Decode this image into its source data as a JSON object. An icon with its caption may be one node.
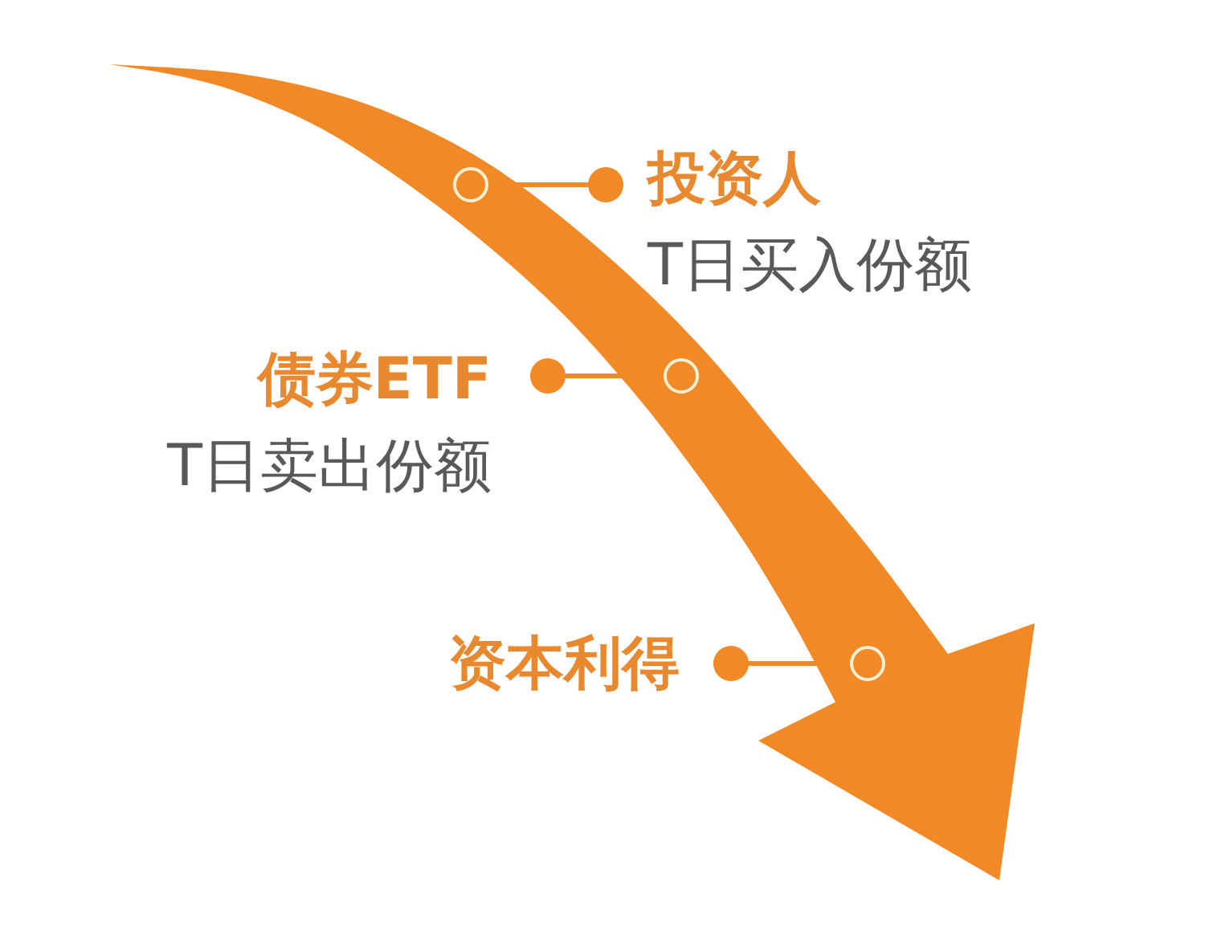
{
  "diagram": {
    "nodes": [
      {
        "text": [],
        "shape": "circle"
      },
      {
        "text": [
          "投资人",
          "T日买入份额"
        ]
      },
      {
        "text": [
          "债券ETF",
          "T日卖出份额"
        ]
      },
      {
        "text": [],
        "shape": "circle"
      },
      {
        "text": [
          "资本利得"
        ]
      },
      {
        "text": [],
        "shape": "circle"
      }
    ],
    "edges": [
      {
        "from": 1,
        "to": 0,
        "arrow": "other"
      },
      {
        "from": 2,
        "to": 3,
        "arrow": "other"
      },
      {
        "from": 4,
        "to": 5,
        "arrow": "other"
      }
    ]
  }
}
